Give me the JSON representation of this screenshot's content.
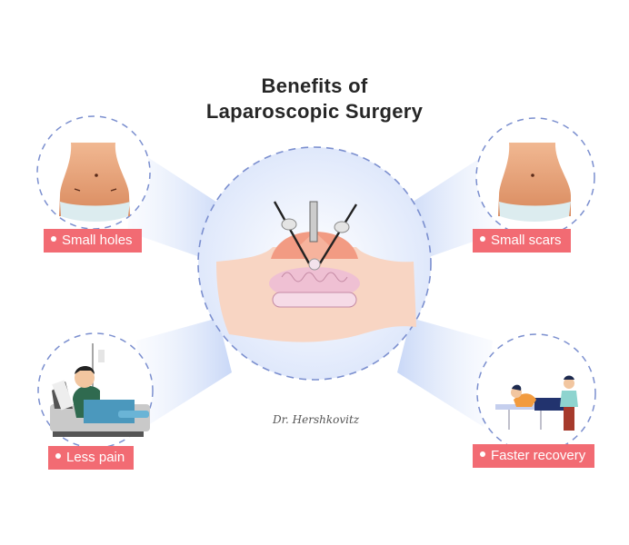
{
  "title": {
    "line1": "Benefits of",
    "line2": "Laparoscopic Surgery"
  },
  "center": {
    "illustration": "laparoscopic-surgery-icon",
    "description": "Abdomen cross-section with three laparoscopic instruments inserted into inflated abdominal cavity over intestines"
  },
  "benefits": [
    {
      "label": "Small holes",
      "illustration": "abdomen-with-small-incisions-icon",
      "position": "top-left"
    },
    {
      "label": "Small scars",
      "illustration": "abdomen-with-faint-scars-icon",
      "position": "top-right"
    },
    {
      "label": "Less pain",
      "illustration": "smiling-patient-in-bed-icon",
      "position": "bottom-left"
    },
    {
      "label": "Faster recovery",
      "illustration": "patient-with-nurse-icon",
      "position": "bottom-right"
    }
  ],
  "signature": "Dr. Hershkovitz",
  "colors": {
    "label_bg": "#f26b73",
    "dash_circle": "#7b8fcf",
    "beam": "#dbe6fb",
    "center_fill": "#e8effc",
    "title": "#262626"
  }
}
